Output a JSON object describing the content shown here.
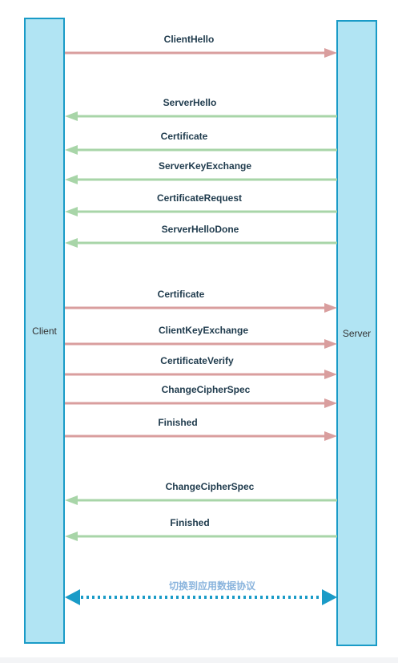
{
  "participants": {
    "client": "Client",
    "server": "Server"
  },
  "colors": {
    "lane_fill": "#b1e4f3",
    "lane_border": "#1a9bc7",
    "client_to_server": "#d99e9e",
    "server_to_client": "#a8d5a8",
    "application_data": "#1a9bc7",
    "label_text": "#1e3a4c",
    "application_label_text": "#8ab4dd"
  },
  "messages": [
    {
      "label": "ClientHello",
      "direction": "client_to_server"
    },
    {
      "label": "ServerHello",
      "direction": "server_to_client"
    },
    {
      "label": "Certificate",
      "direction": "server_to_client"
    },
    {
      "label": "ServerKeyExchange",
      "direction": "server_to_client"
    },
    {
      "label": "CertificateRequest",
      "direction": "server_to_client"
    },
    {
      "label": "ServerHelloDone",
      "direction": "server_to_client"
    },
    {
      "label": "Certificate",
      "direction": "client_to_server"
    },
    {
      "label": "ClientKeyExchange",
      "direction": "client_to_server"
    },
    {
      "label": "CertificateVerify",
      "direction": "client_to_server"
    },
    {
      "label": "ChangeCipherSpec",
      "direction": "client_to_server"
    },
    {
      "label": "Finished",
      "direction": "client_to_server"
    },
    {
      "label": "ChangeCipherSpec",
      "direction": "server_to_client"
    },
    {
      "label": "Finished",
      "direction": "server_to_client"
    }
  ],
  "application_data": {
    "label": "切换到应用数据协议",
    "direction": "bidirectional",
    "style": "dotted"
  }
}
